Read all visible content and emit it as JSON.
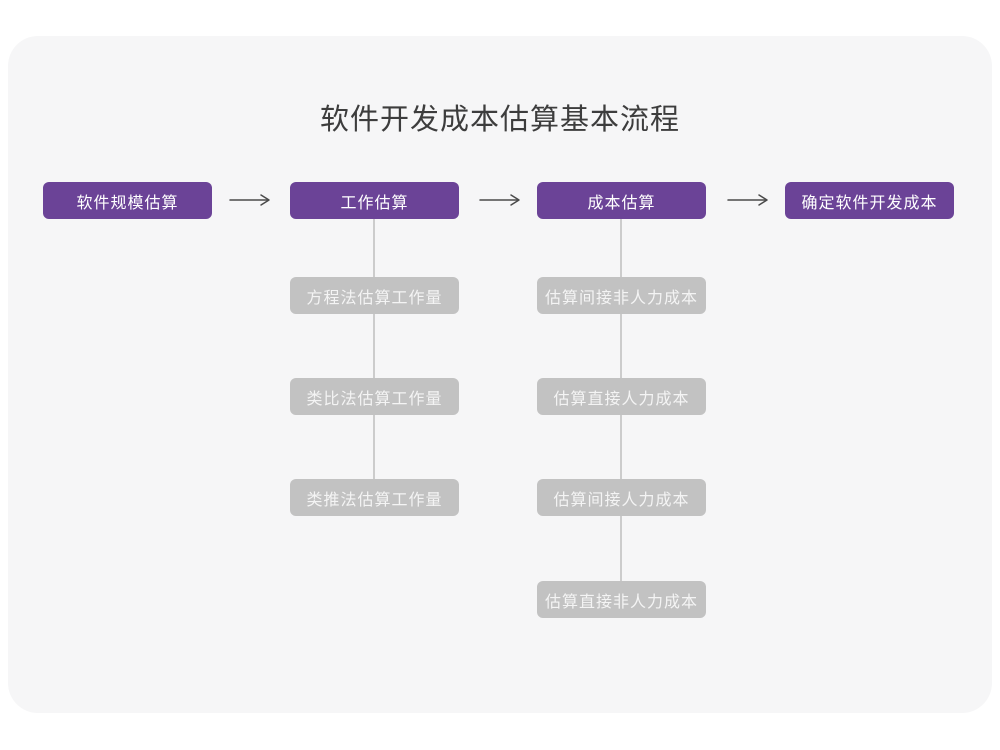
{
  "title": "软件开发成本估算基本流程",
  "colors": {
    "page_bg": "#ffffff",
    "card_bg": "#f6f6f7",
    "primary": "#6B4397",
    "primary_text": "#ffffff",
    "sub_bg": "#c2c2c2",
    "sub_text": "#f4f4f4",
    "arrow": "#4a4a4a",
    "connector": "#cccccc",
    "title_text": "#3d3d3d"
  },
  "flow": {
    "nodes": [
      {
        "label": "软件规模估算"
      },
      {
        "label": "工作估算"
      },
      {
        "label": "成本估算"
      },
      {
        "label": "确定软件开发成本"
      }
    ]
  },
  "work_column": {
    "parent": "工作估算",
    "items": [
      {
        "label": "方程法估算工作量"
      },
      {
        "label": "类比法估算工作量"
      },
      {
        "label": "类推法估算工作量"
      }
    ]
  },
  "cost_column": {
    "parent": "成本估算",
    "items": [
      {
        "label": "估算间接非人力成本"
      },
      {
        "label": "估算直接人力成本"
      },
      {
        "label": "估算间接人力成本"
      },
      {
        "label": "估算直接非人力成本"
      }
    ]
  }
}
